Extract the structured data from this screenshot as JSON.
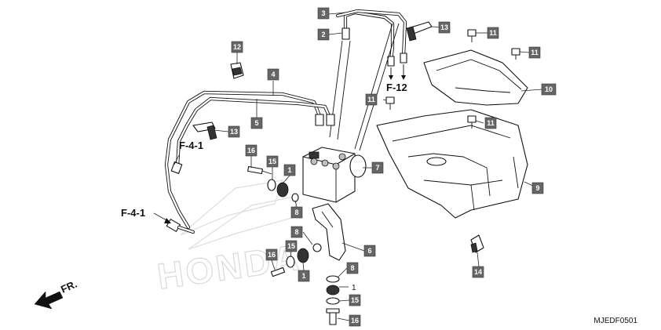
{
  "diagram_code": "MJEDF0501",
  "watermark_text": "HONDA",
  "direction_arrow_label": "FR.",
  "reference_labels": {
    "f12": "F-12",
    "f41_upper": "F-4-1",
    "f41_lower": "F-4-1"
  },
  "callouts": {
    "c1a": "1",
    "c1b": "1",
    "c1c": "1",
    "c2": "2",
    "c3": "3",
    "c4": "4",
    "c5": "5",
    "c6": "6",
    "c7": "7",
    "c8a": "8",
    "c8b": "8",
    "c8c": "8",
    "c9": "9",
    "c10": "10",
    "c11a": "11",
    "c11b": "11",
    "c11c": "11",
    "c11d": "11",
    "c12": "12",
    "c13a": "13",
    "c13b": "13",
    "c14": "14",
    "c15a": "15",
    "c15b": "15",
    "c15c": "15",
    "c16a": "16",
    "c16b": "16",
    "c16c": "16"
  },
  "colors": {
    "callout_fill": "#666666",
    "line": "#111111",
    "watermark": "#d9d9d9"
  }
}
